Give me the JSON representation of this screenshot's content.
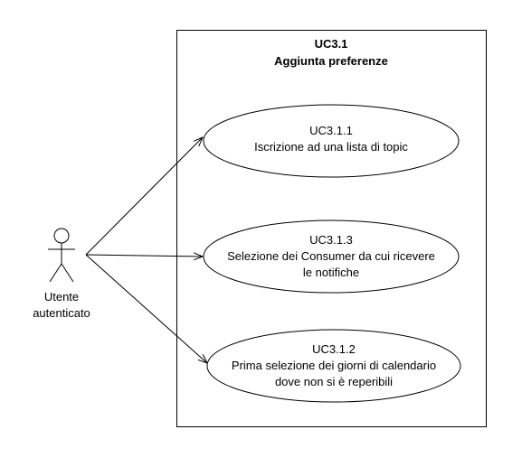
{
  "system": {
    "id": "UC3.1",
    "title": "Aggiunta preferenze"
  },
  "actor": {
    "label_line1": "Utente",
    "label_line2": "autenticato"
  },
  "use_cases": [
    {
      "id": "UC3.1.1",
      "line1": "Iscrizione ad una lista di topic",
      "line2": ""
    },
    {
      "id": "UC3.1.3",
      "line1": "Selezione dei Consumer da cui ricevere",
      "line2": "le notifiche"
    },
    {
      "id": "UC3.1.2",
      "line1": "Prima selezione dei giorni di calendario",
      "line2": "dove non si è reperibili"
    }
  ]
}
